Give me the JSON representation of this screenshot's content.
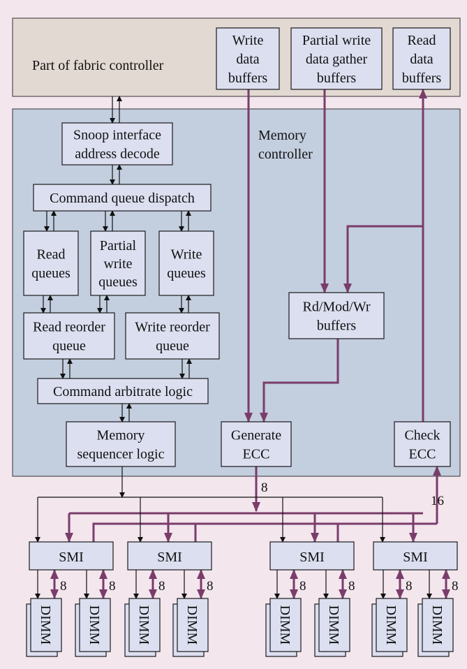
{
  "regions": {
    "fabric": "Part of fabric controller",
    "memory_controller": [
      "Memory",
      "controller"
    ]
  },
  "blocks": {
    "write_data_buffers": [
      "Write",
      "data",
      "buffers"
    ],
    "partial_write_gather": [
      "Partial write",
      "data gather",
      "buffers"
    ],
    "read_data_buffers": [
      "Read",
      "data",
      "buffers"
    ],
    "snoop": [
      "Snoop interface",
      "address decode"
    ],
    "dispatch": [
      "Command queue dispatch"
    ],
    "read_queues": [
      "Read",
      "queues"
    ],
    "partial_write_queues": [
      "Partial",
      "write",
      "queues"
    ],
    "write_queues": [
      "Write",
      "queues"
    ],
    "read_reorder": [
      "Read reorder",
      "queue"
    ],
    "write_reorder": [
      "Write reorder",
      "queue"
    ],
    "arbitrate": [
      "Command arbitrate logic"
    ],
    "sequencer": [
      "Memory",
      "sequencer logic"
    ],
    "rmw": [
      "Rd/Mod/Wr",
      "buffers"
    ],
    "gen_ecc": [
      "Generate",
      "ECC"
    ],
    "check_ecc": [
      "Check",
      "ECC"
    ]
  },
  "smi_label": "SMI",
  "dimm_label": "DIMM",
  "bus_widths": {
    "generate_ecc": "8",
    "check_ecc": "16",
    "dimm": "8"
  },
  "colors": {
    "data_path": "#7a3c6a",
    "control_path": "#111111",
    "block_fill": "#dcdff0",
    "fabric_fill": "#e3d9d3",
    "mc_fill": "#c3cedf"
  }
}
